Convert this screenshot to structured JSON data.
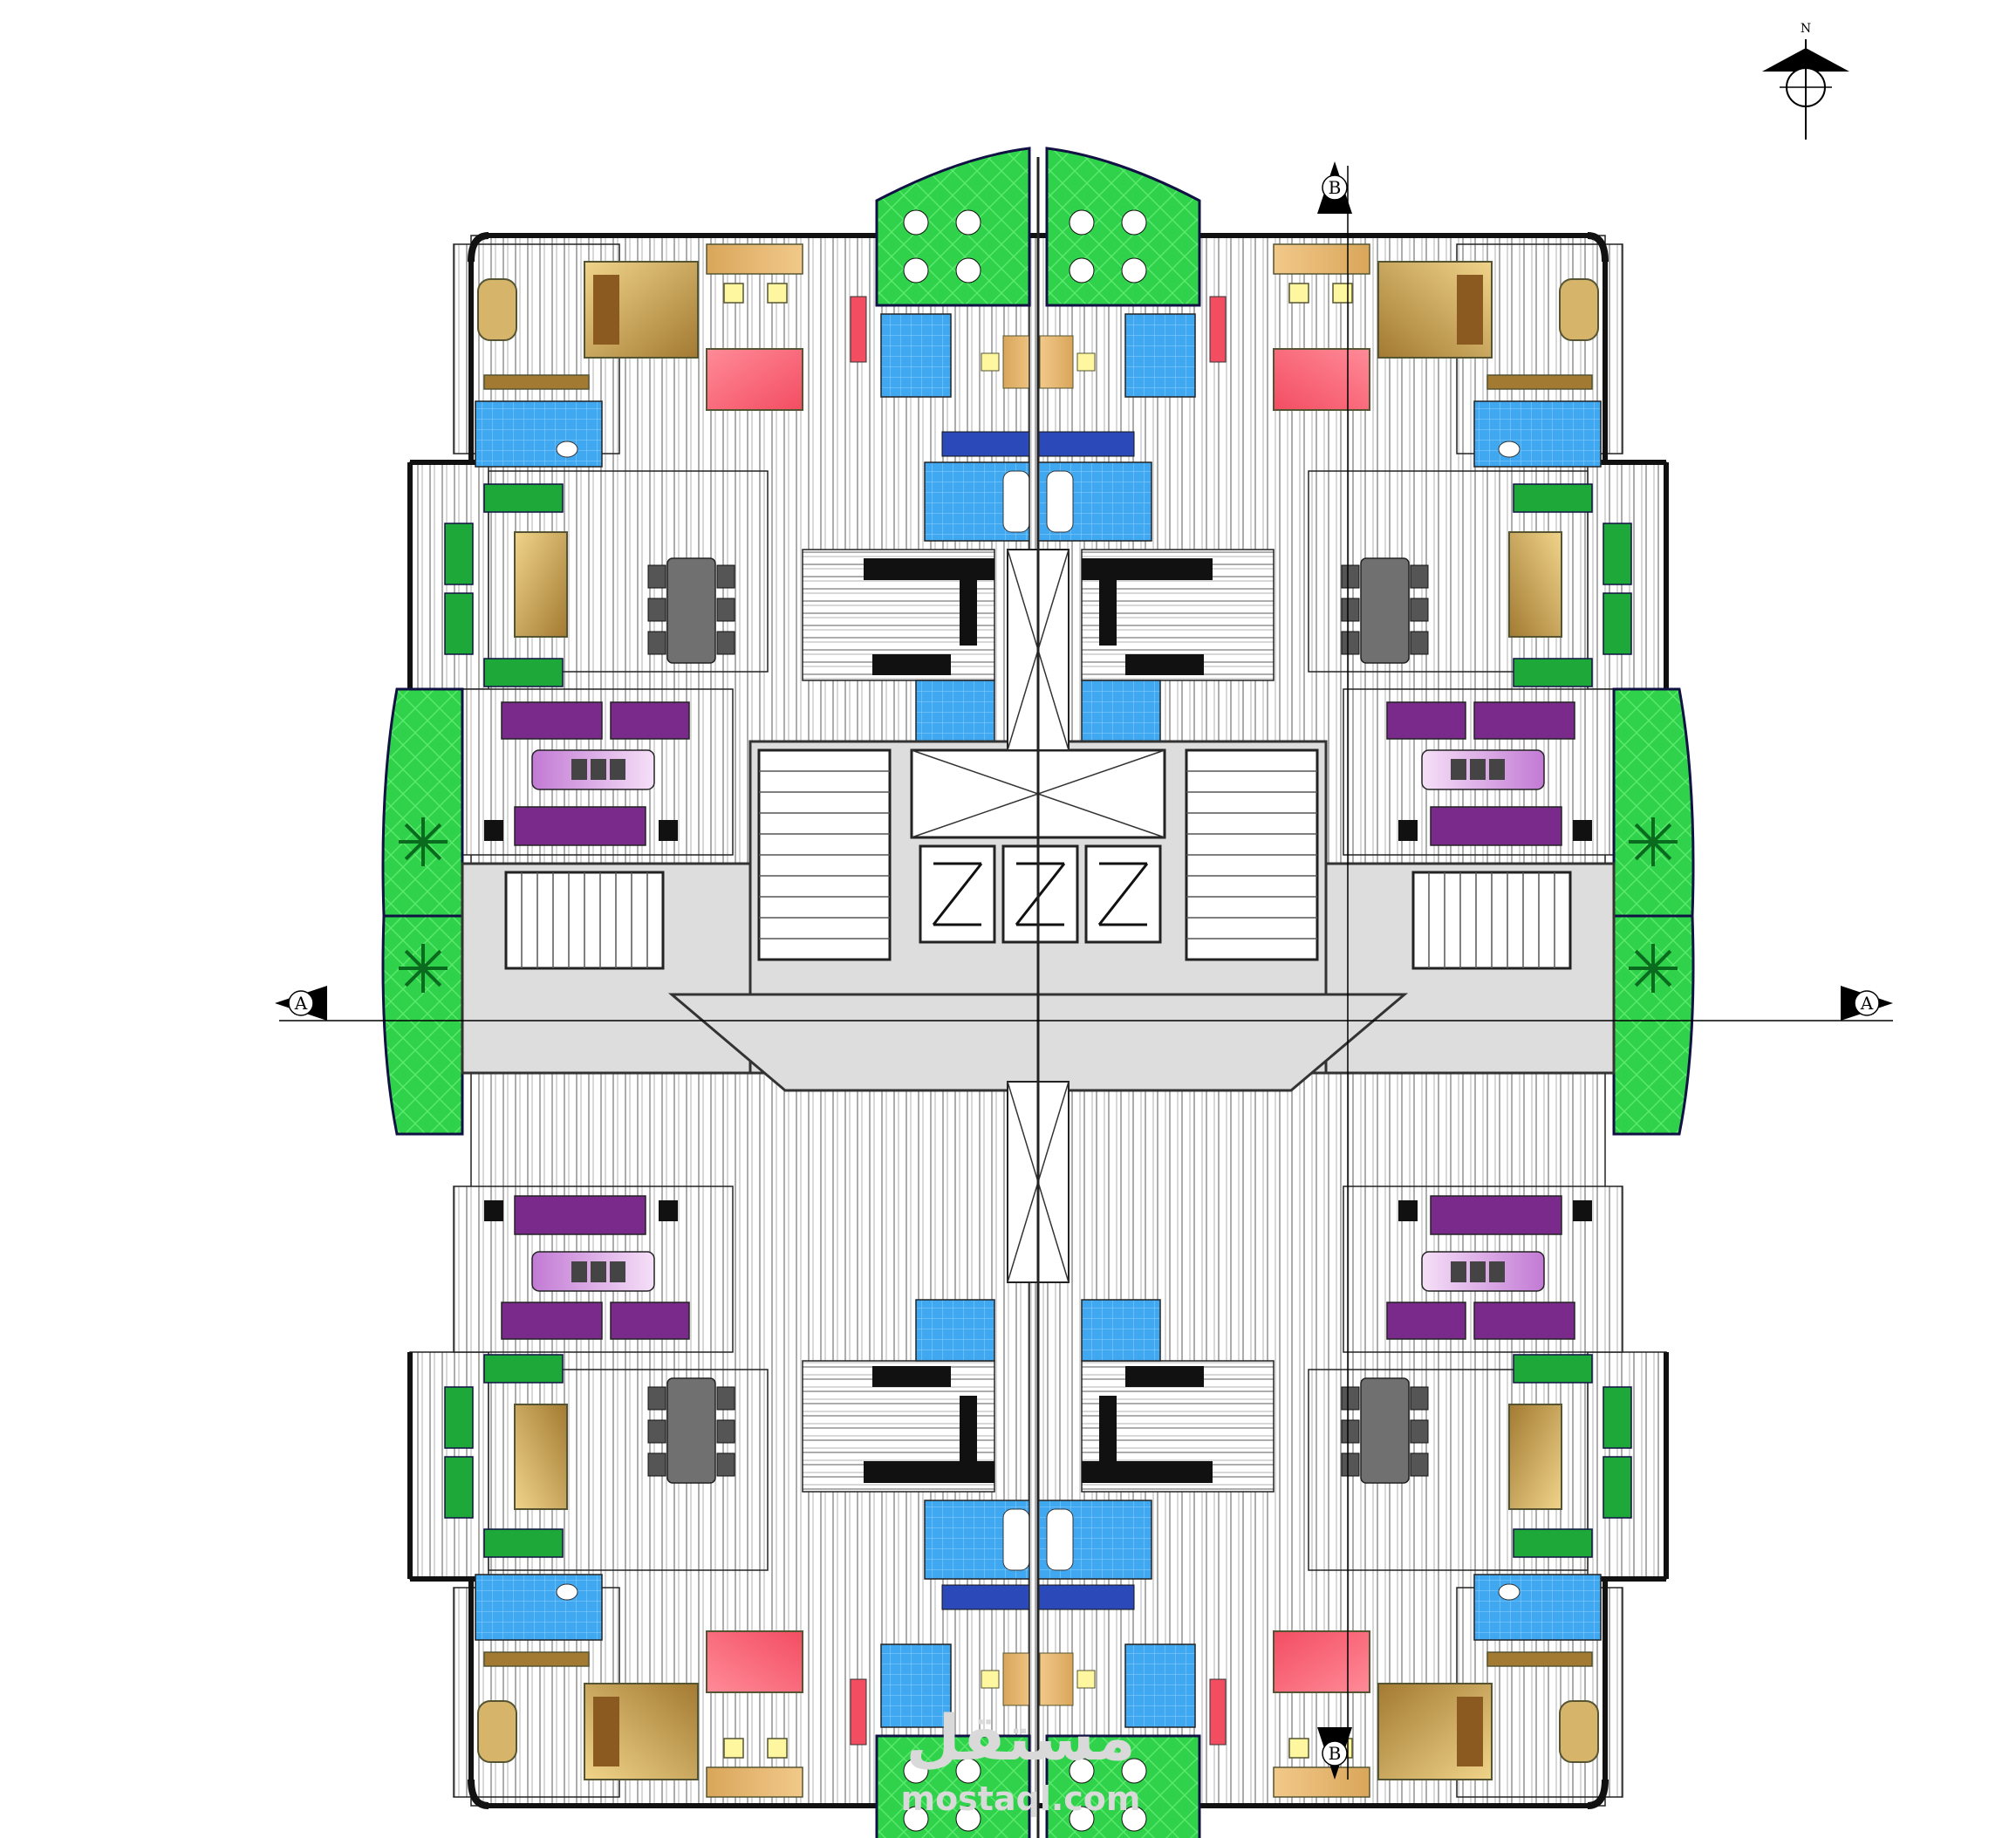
{
  "section_markers": {
    "a_left": "A",
    "a_right": "A",
    "b_top": "B",
    "b_bottom": "B"
  },
  "compass": {
    "north": "N"
  },
  "watermark": {
    "arabic": "مستقل",
    "site": "mostaql.com"
  },
  "colors": {
    "balcony_green": "#2fd24a",
    "bathroom_blue": "#3fa8f0",
    "sofa_purple": "#7a2a8a",
    "bed_gold": "#c9a052",
    "kids_bed_red": "#e8556a",
    "dining_gray": "#707070",
    "core_gray": "#dddddd",
    "floor_hatch": "#8a8a8a"
  },
  "legend_icons": [
    "compass-icon",
    "section-arrow-icon"
  ]
}
